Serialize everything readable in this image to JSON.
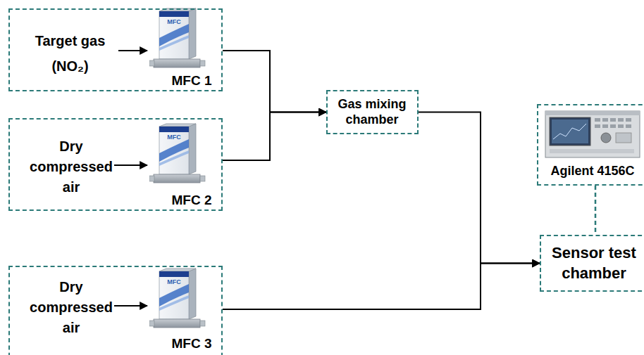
{
  "diagram": {
    "nodes": [
      {
        "text": [
          "Target gas (NO₂)",
          "MFC 1"
        ]
      },
      {
        "text": [
          "Dry compressed air",
          "MFC 2"
        ]
      },
      {
        "text": [
          "Gas mixing chamber"
        ]
      },
      {
        "text": [
          "Agilent 4156C"
        ]
      },
      {
        "text": [
          "Sensor test chamber"
        ]
      },
      {
        "text": [
          "Dry compressed air",
          "MFC 3"
        ]
      }
    ],
    "edges": [
      {
        "from": 0,
        "to": 2,
        "arrow": "to"
      },
      {
        "from": 1,
        "to": 2,
        "arrow": "to"
      },
      {
        "from": 2,
        "to": 4,
        "arrow": "to"
      },
      {
        "from": 5,
        "to": 4,
        "arrow": "to"
      },
      {
        "from": 3,
        "to": 4,
        "arrow": "none"
      }
    ],
    "labels": [
      "MFC",
      "MFC",
      "MFC"
    ]
  }
}
